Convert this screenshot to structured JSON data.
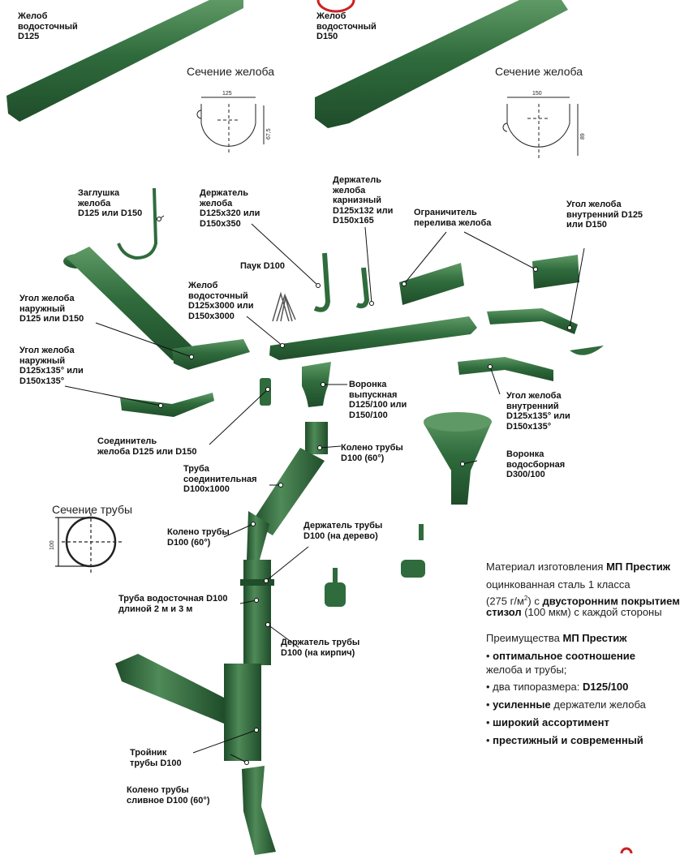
{
  "colors": {
    "product_green": "#2f6b3c",
    "product_green_dark": "#1f4d2a",
    "product_green_light": "#5f9a66",
    "brand_red": "#cc2222",
    "text": "#111111"
  },
  "section_labels": {
    "gutter": "Сечение желоба",
    "pipe": "Сечение трубы"
  },
  "dimensions": {
    "d125_width": "125",
    "d125_depth": "67,5",
    "d150_width": "150",
    "d150_depth": "89",
    "pipe_diameter": "100"
  },
  "labels": {
    "gutter_d125": "Желоб\nводосточный\nD125",
    "gutter_d150": "Желоб\nводосточный\nD150",
    "end_cap": "Заглушка\nжелоба\nD125 или D150",
    "holder": "Держатель\nжелоба\nD125x320 или\nD150x350",
    "holder_eave": "Держатель\nжелоба\nкарнизный\nD125x132 или\nD150x165",
    "overflow_limiter": "Ограничитель\nперелива желоба",
    "inner_corner": "Угол желоба\nвнутренний D125\nили D150",
    "spider": "Паук D100",
    "gutter_3000": "Желоб\nводосточный\nD125x3000 или\nD150x3000",
    "outer_corner": "Угол желоба\nнаружный\nD125 или D150",
    "outer_corner_135": "Угол желоба\nнаружный\nD125x135° или\nD150x135°",
    "outlet_funnel": "Воронка\nвыпускная\nD125/100 или\nD150/100",
    "inner_corner_135": "Угол желоба\nвнутренний\nD125x135° или\nD150x135°",
    "connector": "Соединитель\nжелоба D125 или D150",
    "pipe_elbow_1": "Колено трубы\nD100 (60°)",
    "connecting_pipe": "Труба\nсоединительная\nD100x1000",
    "collector_funnel": "Воронка\nводосборная\nD300/100",
    "pipe_elbow_2": "Колено трубы\nD100 (60°)",
    "pipe_holder_wood": "Держатель трубы\nD100 (на дерево)",
    "downpipe": "Труба водосточная D100\nдлиной 2 м и 3 м",
    "pipe_holder_brick": "Держатель трубы\nD100 (на кирпич)",
    "tee": "Тройник\nтрубы D100",
    "drain_elbow": "Колено трубы\nсливное D100 (60°)"
  },
  "info": {
    "material_prefix": "Материал изготовления ",
    "material_brand": "МП Престиж",
    "material_line2": "оцинкованная сталь 1 класса",
    "material_line3_a": "(275 г/м",
    "material_line3_sup": "2",
    "material_line3_b": ") с ",
    "material_line3_bold": "двусторонним покрытием",
    "material_line4_bold": "стизол",
    "material_line4_rest": " (100 мкм) с каждой стороны",
    "advantages_prefix": "Преимущества ",
    "advantages_brand": "МП Престиж",
    "bullet1_bold": "оптимальное соотношение",
    "bullet1_line2": "желоба и трубы;",
    "bullet2_text": "два типоразмера: ",
    "bullet2_bold": "D125/100",
    "bullet3_bold": "усиленные",
    "bullet3_rest": " держатели желоба",
    "bullet4_bold": "широкий ассортимент",
    "bullet5_bold": "престижный и современный"
  }
}
